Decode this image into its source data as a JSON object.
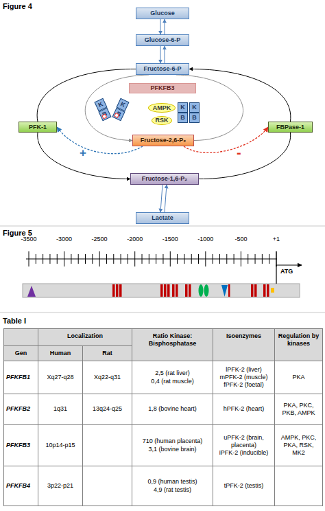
{
  "diagram": {
    "nodes": [
      {
        "text": [
          "Glucose"
        ]
      },
      {
        "text": [
          "Glucose-6-P"
        ]
      },
      {
        "text": [
          "Fructose-6-P"
        ]
      },
      {
        "text": [
          "PFKFB3"
        ]
      },
      {
        "text": [
          "K"
        ]
      },
      {
        "text": [
          "K"
        ]
      },
      {
        "text": [
          "AMPK"
        ]
      },
      {
        "text": [
          "K"
        ]
      },
      {
        "text": [
          "K"
        ]
      },
      {
        "text": [
          "B"
        ]
      },
      {
        "text": [
          "B"
        ]
      },
      {
        "text": [
          "RSK"
        ]
      },
      {
        "text": [
          "B"
        ]
      },
      {
        "text": [
          "B"
        ]
      },
      {
        "text": [
          "PFK-1"
        ]
      },
      {
        "text": [
          "FBPase-1"
        ]
      },
      {
        "text": [
          "Fructose-2,6-P₂"
        ]
      },
      {
        "text": [
          "Fructose-1,6-P₂"
        ]
      },
      {
        "text": [
          "Lactate"
        ]
      }
    ],
    "edges": [
      {
        "from": 0,
        "to": 1,
        "arrow": "both"
      },
      {
        "from": 1,
        "to": 2,
        "arrow": "both"
      },
      {
        "from": 2,
        "to": 14,
        "arrow": "none"
      },
      {
        "from": 14,
        "to": 17,
        "arrow": "to"
      },
      {
        "from": 17,
        "to": 15,
        "arrow": "none"
      },
      {
        "from": 15,
        "to": 2,
        "arrow": "to"
      },
      {
        "from": 2,
        "to": 16,
        "arrow": "to"
      },
      {
        "from": 16,
        "to": 2,
        "arrow": "none"
      },
      {
        "from": 16,
        "to": 14,
        "arrow": "to",
        "label": "+"
      },
      {
        "from": 16,
        "to": 15,
        "arrow": "to",
        "label": "-"
      },
      {
        "from": 17,
        "to": 18,
        "arrow": "both"
      }
    ],
    "labels": [
      "Figure 4",
      "Figure 5",
      "-3500",
      "-3000",
      "-2500",
      "-2000",
      "-1500",
      "-1000",
      "-500",
      "+1",
      "ATG",
      "Table I",
      "Localization",
      "Ratio Kinase: Bisphosphatase",
      "Isoenzymes",
      "Regulation by kinases",
      "Gen",
      "Human",
      "Rat",
      "PFKFB1",
      "Xq27-q28",
      "Xq22-q31",
      "2,5 (rat liver)",
      "0,4 (rat muscle)",
      "lPFK-2 (liver)",
      "mPFK-2 (muscle)",
      "fPFK-2 (foetal)",
      "PKA",
      "PFKFB2",
      "1q31",
      "13q24-q25",
      "1,8 (bovine heart)",
      "hPFK-2 (heart)",
      "PKA, PKC, PKB, AMPK",
      "PFKFB3",
      "10p14-p15",
      "710 (human placenta)",
      "3,1 (bovine brain)",
      "uPFK-2 (brain, placenta)",
      "iPFK-2 (inducible)",
      "AMPK, PKC, PKA, RSK, MK2",
      "PFKFB4",
      "3p22-p21",
      "0,9 (human testis)",
      "4,9 (rat testis)",
      "tPFK-2 (testis)"
    ]
  }
}
